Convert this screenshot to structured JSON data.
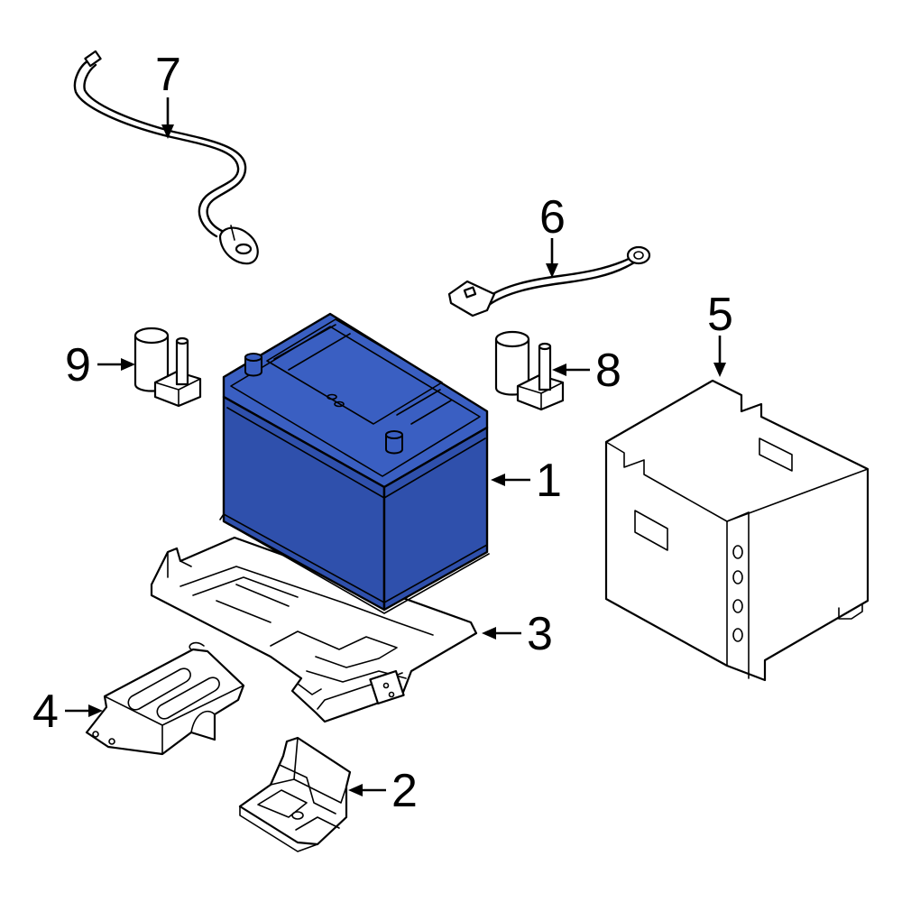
{
  "colors": {
    "battery_fill": "#3a5fc2",
    "battery_shade": "#2f50ac",
    "line": "#000000",
    "background": "#ffffff"
  },
  "callouts": [
    {
      "id": "1",
      "label": "1"
    },
    {
      "id": "2",
      "label": "2"
    },
    {
      "id": "3",
      "label": "3"
    },
    {
      "id": "4",
      "label": "4"
    },
    {
      "id": "5",
      "label": "5"
    },
    {
      "id": "6",
      "label": "6"
    },
    {
      "id": "7",
      "label": "7"
    },
    {
      "id": "8",
      "label": "8"
    },
    {
      "id": "9",
      "label": "9"
    }
  ]
}
